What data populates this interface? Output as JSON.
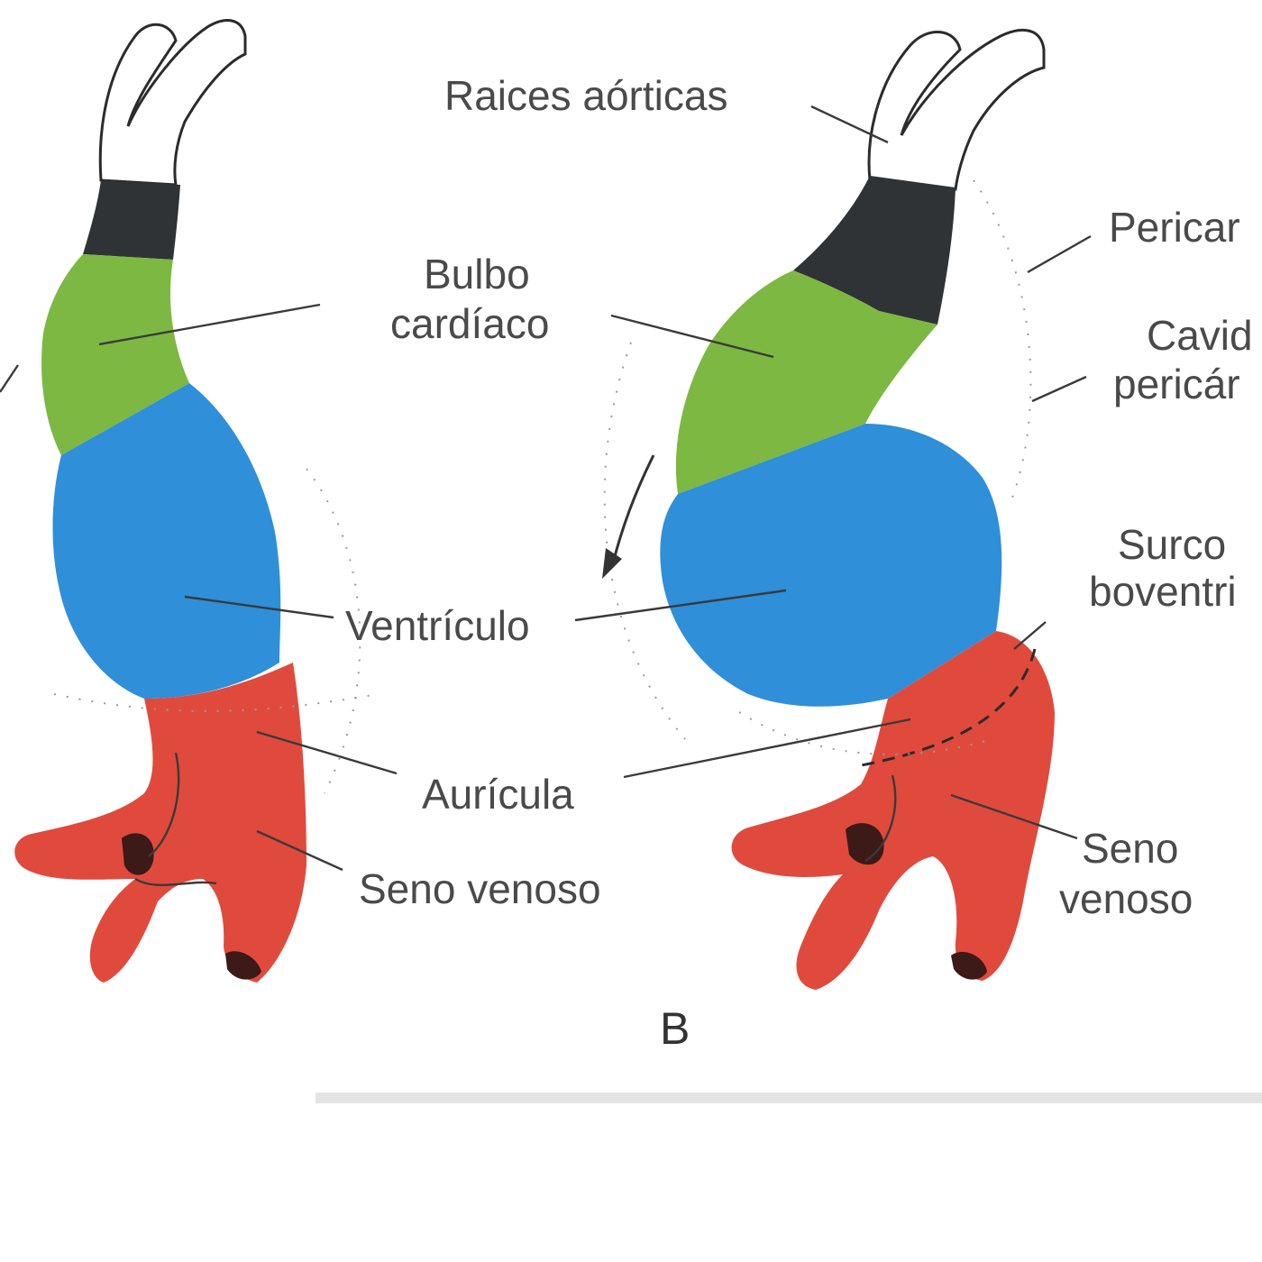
{
  "diagram": {
    "panel_label": "B",
    "labels": {
      "aortic_roots": "Raices aórticas",
      "bulb_line1": "Bulbo",
      "bulb_line2": "cardíaco",
      "ventricle": "Ventrículo",
      "atrium": "Aurícula",
      "sinus_left": "Seno venoso",
      "sinus_right_line1": "Seno",
      "sinus_right_line2": "venoso",
      "pericardium_cut": "Pericar",
      "cavity_line1": "Cavid",
      "cavity_line2": "pericár",
      "sulcus_line1": "Surco",
      "sulcus_line2": "boventri"
    },
    "colors": {
      "aortic_roots": "#ffffff",
      "truncus": "#2f3336",
      "bulbus": "#7cb842",
      "ventricle": "#2f8fd8",
      "atrium_sinus": "#e04a3c",
      "text": "#4a4a4a"
    }
  }
}
